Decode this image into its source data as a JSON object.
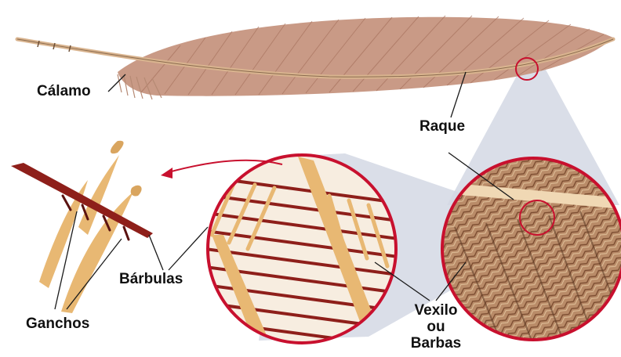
{
  "labels": {
    "calamo": "Cálamo",
    "raque": "Raque",
    "barbulas": "Bárbulas",
    "ganchos": "Ganchos",
    "vexilo_line1": "Vexilo",
    "vexilo_line2": "ou",
    "vexilo_line3": "Barbas"
  },
  "colors": {
    "vane": "#c99a86",
    "shaft": "#d9b48f",
    "barb": "#e8b873",
    "barbule_dark": "#8e1f1a",
    "zoom_ring": "#c8102e",
    "zoom_panel": "#d3d8e4",
    "leader": "#1a1a1a"
  }
}
